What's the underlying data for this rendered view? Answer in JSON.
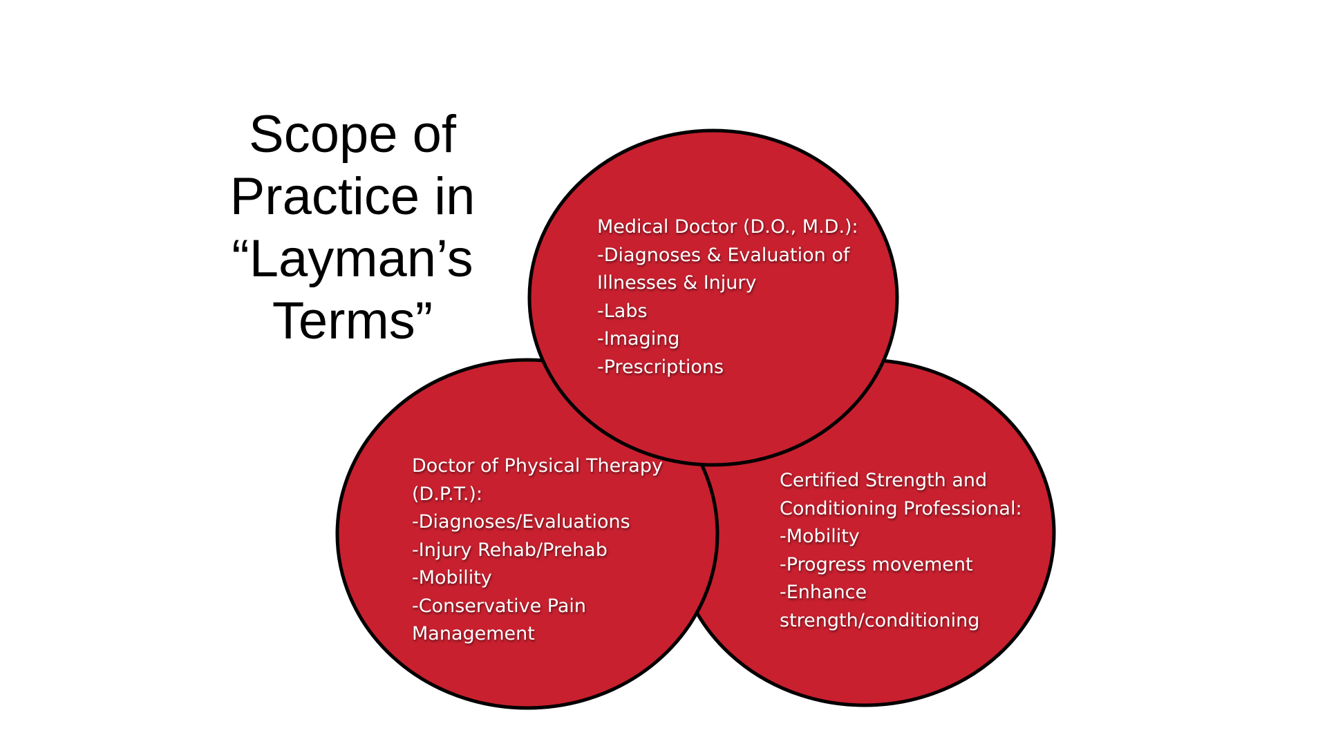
{
  "title_lines": [
    "Scope of",
    "Practice in",
    "“Layman’s",
    "Terms”"
  ],
  "colors": {
    "circle_fill": "#c8202f",
    "circle_stroke": "#000000",
    "text": "#ffffff",
    "title": "#000000"
  },
  "circles": {
    "dpt": {
      "lines": [
        "Doctor of Physical Therapy",
        "(D.P.T.):",
        "-Diagnoses/Evaluations",
        "-Injury Rehab/Prehab",
        "-Mobility",
        "-Conservative Pain",
        "Management"
      ]
    },
    "cscs": {
      "lines": [
        "Certified Strength and",
        "Conditioning Professional:",
        "-Mobility",
        "-Progress movement",
        "-Enhance",
        "strength/conditioning"
      ]
    },
    "md": {
      "lines": [
        "Medical Doctor (D.O., M.D.):",
        "-Diagnoses & Evaluation of",
        "Illnesses & Injury",
        "-Labs",
        "-Imaging",
        "-Prescriptions"
      ]
    }
  }
}
